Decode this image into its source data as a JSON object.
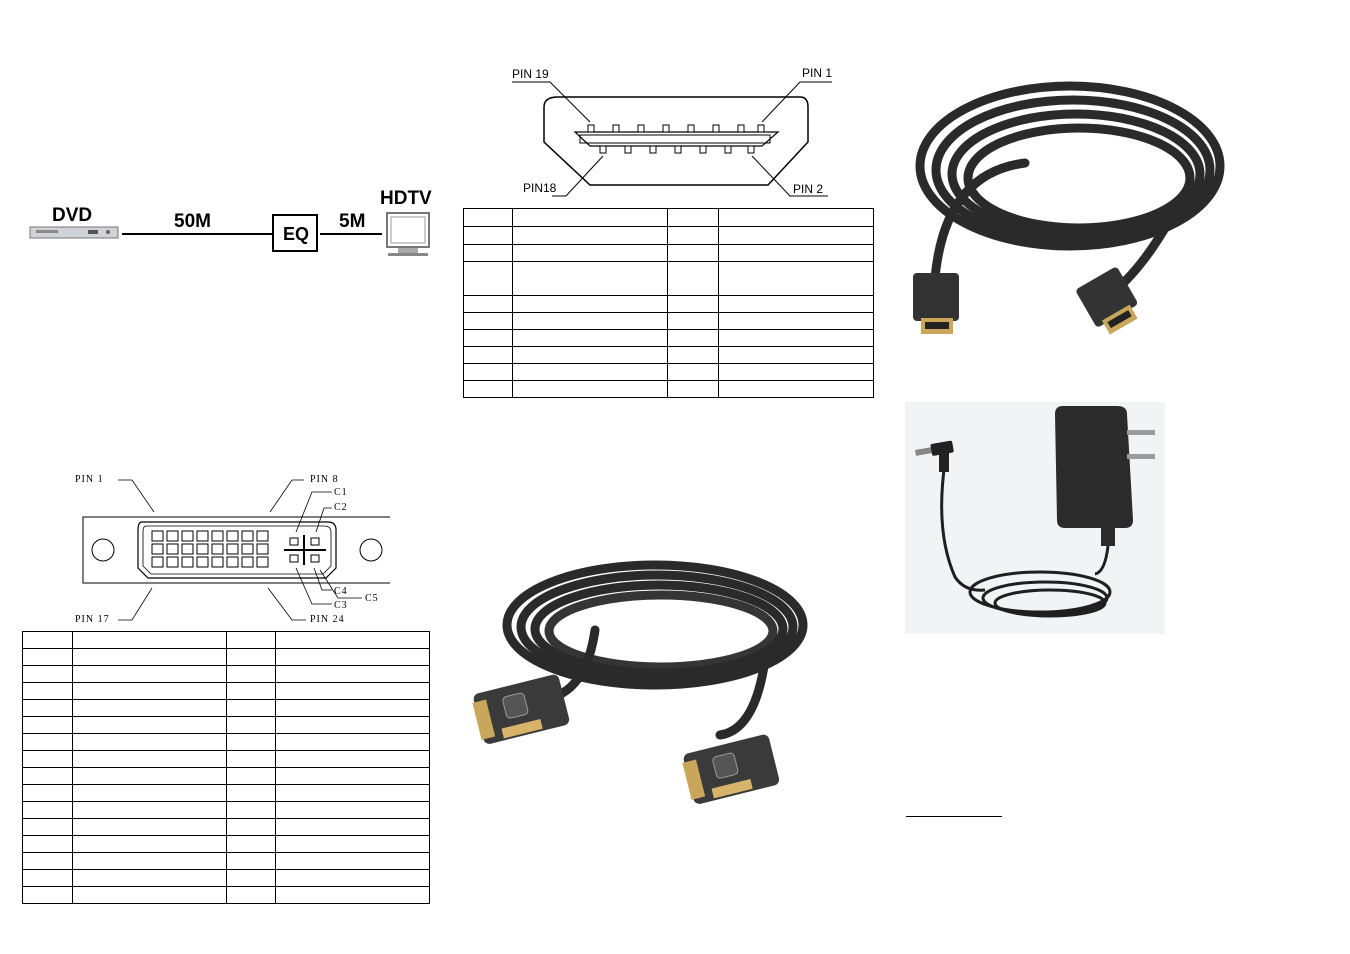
{
  "signal_diagram": {
    "source": "DVD",
    "length_1": "50M",
    "equalizer": "EQ",
    "length_2": "5M",
    "display": "HDTV"
  },
  "hdmi_connector": {
    "pin_19": "PIN 19",
    "pin_1": "PIN 1",
    "pin_18": "PIN18",
    "pin_2": "PIN 2"
  },
  "dvi_connector": {
    "pin_1": "PIN 1",
    "pin_8": "PIN 8",
    "pin_17": "PIN 17",
    "pin_24": "PIN 24",
    "c1": "C1",
    "c2": "C2",
    "c3": "C3",
    "c4": "C4",
    "c5": "C5"
  },
  "hdmi_pin_table": {
    "rows": 10,
    "columns": 4
  },
  "dvi_pin_table": {
    "rows": 16,
    "columns": 4
  },
  "images": {
    "hdmi_cable": "hdmi-cable-photo",
    "dvi_cable": "dvi-cable-photo",
    "power_adapter": "power-adapter-photo"
  }
}
